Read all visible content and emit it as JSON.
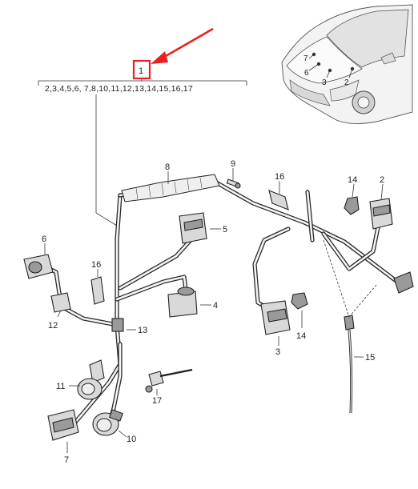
{
  "header": {
    "main_ref": "1",
    "sequence": "2,3,4,5,6, 7,8,10,11,12,13,14,15,16,17"
  },
  "callouts": {
    "c2": "2",
    "c3": "3",
    "c4": "4",
    "c5": "5",
    "c6": "6",
    "c7": "7",
    "c8": "8",
    "c9": "9",
    "c10": "10",
    "c11": "11",
    "c12": "12",
    "c13": "13",
    "c14a": "14",
    "c14b": "14",
    "c15": "15",
    "c16a": "16",
    "c16b": "16",
    "c17": "17"
  },
  "car_inset": {
    "labels": {
      "l7": "7",
      "l6": "6",
      "l3": "3",
      "l2": "2"
    }
  },
  "colors": {
    "highlight_box": "#e8211e",
    "arrow": "#e8211e",
    "line": "#222222"
  }
}
